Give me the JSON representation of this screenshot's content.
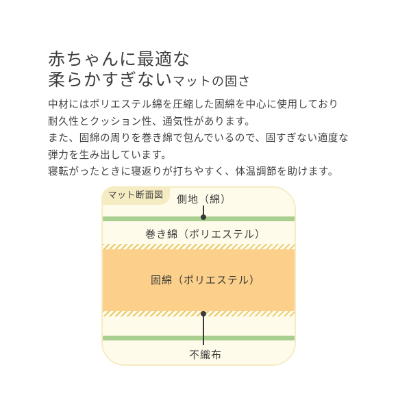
{
  "headline": {
    "line1": "赤ちゃんに最適な",
    "line2_main": "柔らかすぎない",
    "line2_small": "マットの固さ"
  },
  "body": {
    "p1_l1": "中材にはポリエステル綿を圧縮した固綿を中心に使用しており",
    "p1_l2": "耐久性とクッション性、通気性があります。",
    "p2_l1": "また、固綿の周りを巻き綿で包んでいるので、固すぎない適度な",
    "p2_l2": "弾力を生み出しています。",
    "p3_l1": "寝転がったときに寝返りが打ちやすく、体温調節を助けます。"
  },
  "diagram": {
    "title": "マット断面図",
    "layers": {
      "cover": "側地（綿）",
      "wrap": "巻き綿（ポリエステル）",
      "core": "固綿（ポリエステル）",
      "bottom": "不織布"
    },
    "colors": {
      "frame_bg": "#fffbea",
      "frame_border": "#f6ecc3",
      "green_band": "#a8cf8f",
      "core": "#fcd08a",
      "hatch": "#e9c86a"
    }
  }
}
